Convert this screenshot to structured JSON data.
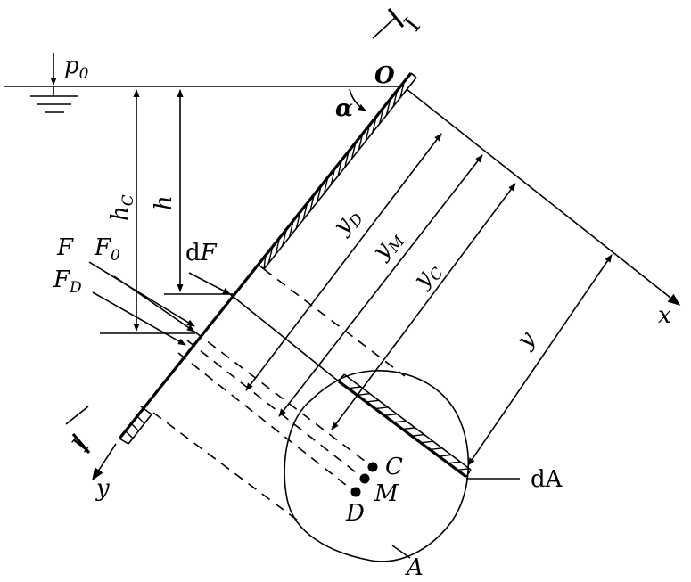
{
  "labels": {
    "p0": "p",
    "p0_sub": "0",
    "O": "O",
    "alpha": "α",
    "I_top": "I",
    "I_bottom": "I",
    "hC": "h",
    "hC_sub": "C",
    "h": "h",
    "dF_d": "d",
    "dF_F": "F",
    "F": "F",
    "F0": "F",
    "F0_sub": "0",
    "FD": "F",
    "FD_sub": "D",
    "yD": "y",
    "yD_sub": "D",
    "yM": "y",
    "yM_sub": "M",
    "yC": "y",
    "yC_sub": "C",
    "y_dim": "y",
    "x_axis": "x",
    "y_axis": "y",
    "C": "C",
    "M": "M",
    "D": "D",
    "dA": "dA",
    "A": "A"
  }
}
